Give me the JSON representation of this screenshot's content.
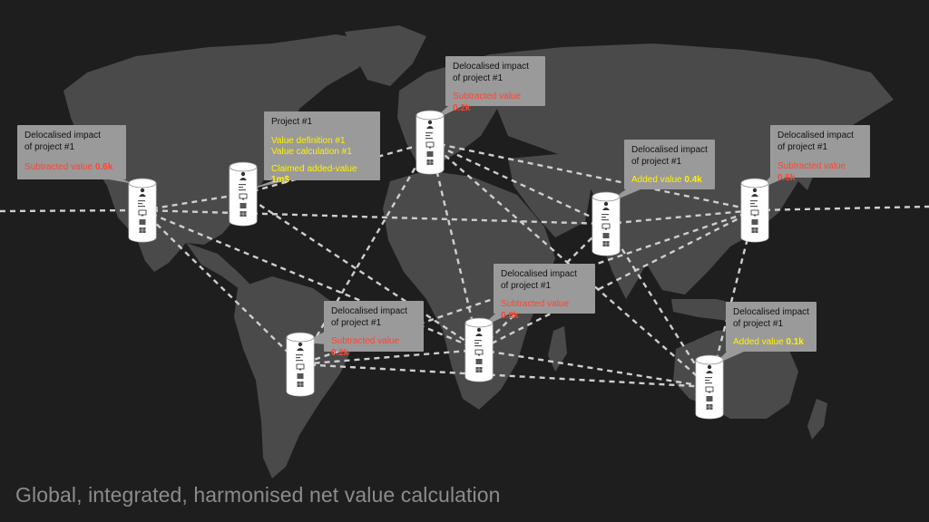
{
  "caption": "Global, integrated, harmonised net value calculation",
  "project": {
    "title": "Project #1",
    "value_definition": "Value definition #1",
    "value_calculation": "Value calculation #1",
    "claimed_label": "Claimed added-value ",
    "claimed_amount": "1m$"
  },
  "impacts": [
    {
      "id": "na-west",
      "line1": "Delocalised impact",
      "line2": "of project #1",
      "label": "Subtracted value ",
      "amount": "0.6k",
      "kind": "subtracted"
    },
    {
      "id": "europe",
      "line1": "Delocalised impact",
      "line2": "of project #1",
      "label": "Subtracted value ",
      "amount": "0.2k",
      "kind": "subtracted"
    },
    {
      "id": "asia-central",
      "line1": "Delocalised impact",
      "line2": "of project #1",
      "label": "Added value ",
      "amount": "0.4k",
      "kind": "added"
    },
    {
      "id": "asia-east",
      "line1": "Delocalised impact",
      "line2": "of project #1",
      "label": "Subtracted value ",
      "amount": "0.6k",
      "kind": "subtracted"
    },
    {
      "id": "africa",
      "line1": "Delocalised impact",
      "line2": "of project #1",
      "label": "Subtracted value ",
      "amount": "0.8k",
      "kind": "subtracted"
    },
    {
      "id": "south-america",
      "line1": "Delocalised impact",
      "line2": "of project #1",
      "label": "Subtracted value ",
      "amount": "0.2k",
      "kind": "subtracted"
    },
    {
      "id": "australia",
      "line1": "Delocalised impact",
      "line2": "of project #1",
      "label": "Added value ",
      "amount": "0.1k",
      "kind": "added"
    }
  ],
  "colors": {
    "background": "#1e1e1e",
    "land": "#4a4a4a",
    "callout": "#9a9a9a",
    "subtracted": "#ff4433",
    "added": "#fff200",
    "link": "#cfcfcf"
  }
}
